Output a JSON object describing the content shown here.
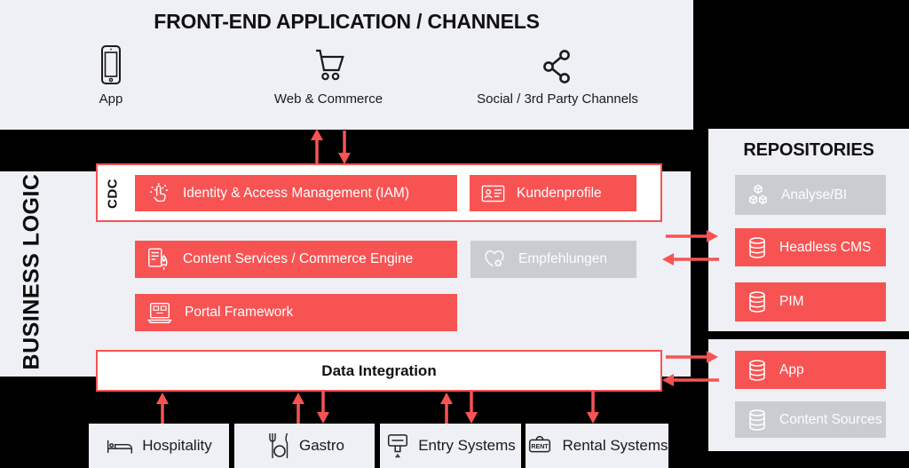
{
  "colors": {
    "accent_red": "#F85353",
    "panel_gray": "#EEF0F5",
    "inactive_gray": "#C9CDD2",
    "background": "#000000",
    "text_dark": "#111111",
    "text_light": "#FFFFFF"
  },
  "frontend": {
    "title": "FRONT-END APPLICATION / CHANNELS",
    "channels": [
      {
        "label": "App",
        "icon": "smartphone-icon"
      },
      {
        "label": "Web & Commerce",
        "icon": "shopping-cart-icon"
      },
      {
        "label": "Social / 3rd Party Channels",
        "icon": "share-icon"
      }
    ]
  },
  "business_logic": {
    "label": "BUSINESS LOGIC",
    "cdc": {
      "label": "CDC",
      "items": [
        {
          "label": "Identity & Access Management (IAM)",
          "icon": "touch-id-icon",
          "state": "active"
        },
        {
          "label": "Kundenprofile",
          "icon": "id-card-icon",
          "state": "active"
        }
      ]
    },
    "services": [
      {
        "label": "Content Services / Commerce Engine",
        "icon": "document-rocket-icon",
        "state": "active"
      },
      {
        "label": "Empfehlungen",
        "icon": "heart-gear-icon",
        "state": "inactive"
      },
      {
        "label": "Portal Framework",
        "icon": "laptop-code-icon",
        "state": "active"
      }
    ],
    "data_integration": {
      "label": "Data Integration"
    }
  },
  "repositories": {
    "title": "REPOSITORIES",
    "items": [
      {
        "label": "Analyse/BI",
        "icon": "cubes-icon",
        "state": "inactive"
      },
      {
        "label": "Headless CMS",
        "icon": "database-icon",
        "state": "active"
      },
      {
        "label": "PIM",
        "icon": "database-icon",
        "state": "active"
      }
    ]
  },
  "app_repositories": {
    "items": [
      {
        "label": "App",
        "icon": "database-icon",
        "state": "active"
      },
      {
        "label": "Content Sources",
        "icon": "database-icon",
        "state": "inactive"
      }
    ]
  },
  "source_systems": [
    {
      "label": "Hospitality",
      "icon": "bed-icon"
    },
    {
      "label": "Gastro",
      "icon": "cutlery-icon"
    },
    {
      "label": "Entry Systems",
      "icon": "ticket-machine-icon"
    },
    {
      "label": "Rental Systems",
      "icon": "rent-sign-icon",
      "icon_text": "RENT"
    }
  ]
}
